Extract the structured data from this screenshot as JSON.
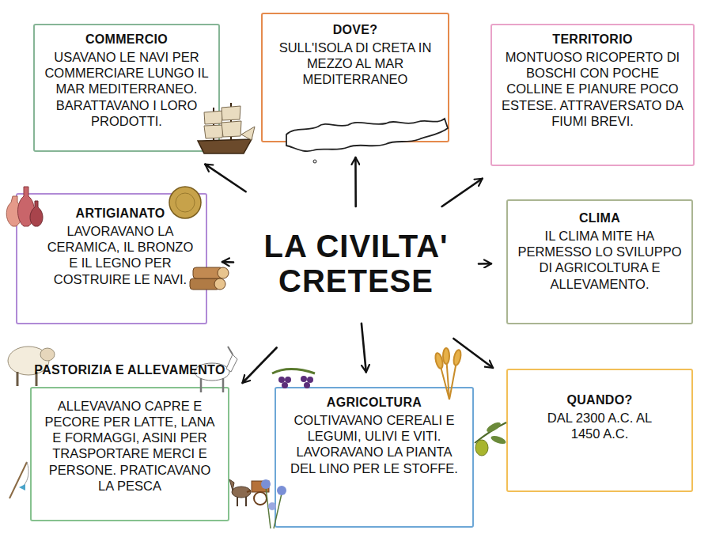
{
  "diagram": {
    "nodes": [
      {
        "text": [
          "COMMERCIO",
          "USAVANO LE NAVI PER COMMERCIARE LUNGO IL MAR MEDITERRANEO. BARATTAVANO I LORO PRODOTTI."
        ]
      },
      {
        "text": [
          "DOVE?",
          "SULL'ISOLA DI CRETA IN MEZZO AL MAR MEDITERRANEO"
        ]
      },
      {
        "text": [
          "TERRITORIO",
          "MONTUOSO RICOPERTO DI BOSCHI CON POCHE COLLINE E PIANURE POCO ESTESE. ATTRAVERSATO DA FIUMI BREVI."
        ]
      },
      {
        "text": [
          "ARTIGIANATO",
          "LAVORAVANO LA CERAMICA, IL BRONZO E IL LEGNO PER COSTRUIRE LE NAVI."
        ]
      },
      {
        "text": [
          "LA CIVILTA' CRETESE"
        ]
      },
      {
        "text": [
          "CLIMA",
          "IL CLIMA MITE HA PERMESSO LO SVILUPPO DI AGRICOLTURA E ALLEVAMENTO."
        ]
      },
      {
        "text": [
          "PASTORIZIA E ALLEVAMENTO",
          "ALLEVAVANO CAPRE E PECORE PER LATTE, LANA E FORMAGGI, ASINI PER TRASPORTARE MERCI E PERSONE. PRATICAVANO LA PESCA"
        ]
      },
      {
        "text": [
          "AGRICOLTURA",
          "COLTIVAVANO CEREALI E LEGUMI, ULIVI E VITI. LAVORAVANO LA PIANTA DEL LINO PER LE STOFFE."
        ]
      },
      {
        "text": [
          "QUANDO?",
          "DAL 2300 A.C. AL 1450 A.C."
        ]
      }
    ],
    "edges": [
      {
        "from": 4,
        "to": 0,
        "arrow": "to"
      },
      {
        "from": 4,
        "to": 1,
        "arrow": "to"
      },
      {
        "from": 4,
        "to": 2,
        "arrow": "to"
      },
      {
        "from": 4,
        "to": 3,
        "arrow": "to"
      },
      {
        "from": 4,
        "to": 5,
        "arrow": "to"
      },
      {
        "from": 4,
        "to": 6,
        "arrow": "to"
      },
      {
        "from": 4,
        "to": 7,
        "arrow": "to"
      },
      {
        "from": 4,
        "to": 8,
        "arrow": "to"
      }
    ]
  }
}
